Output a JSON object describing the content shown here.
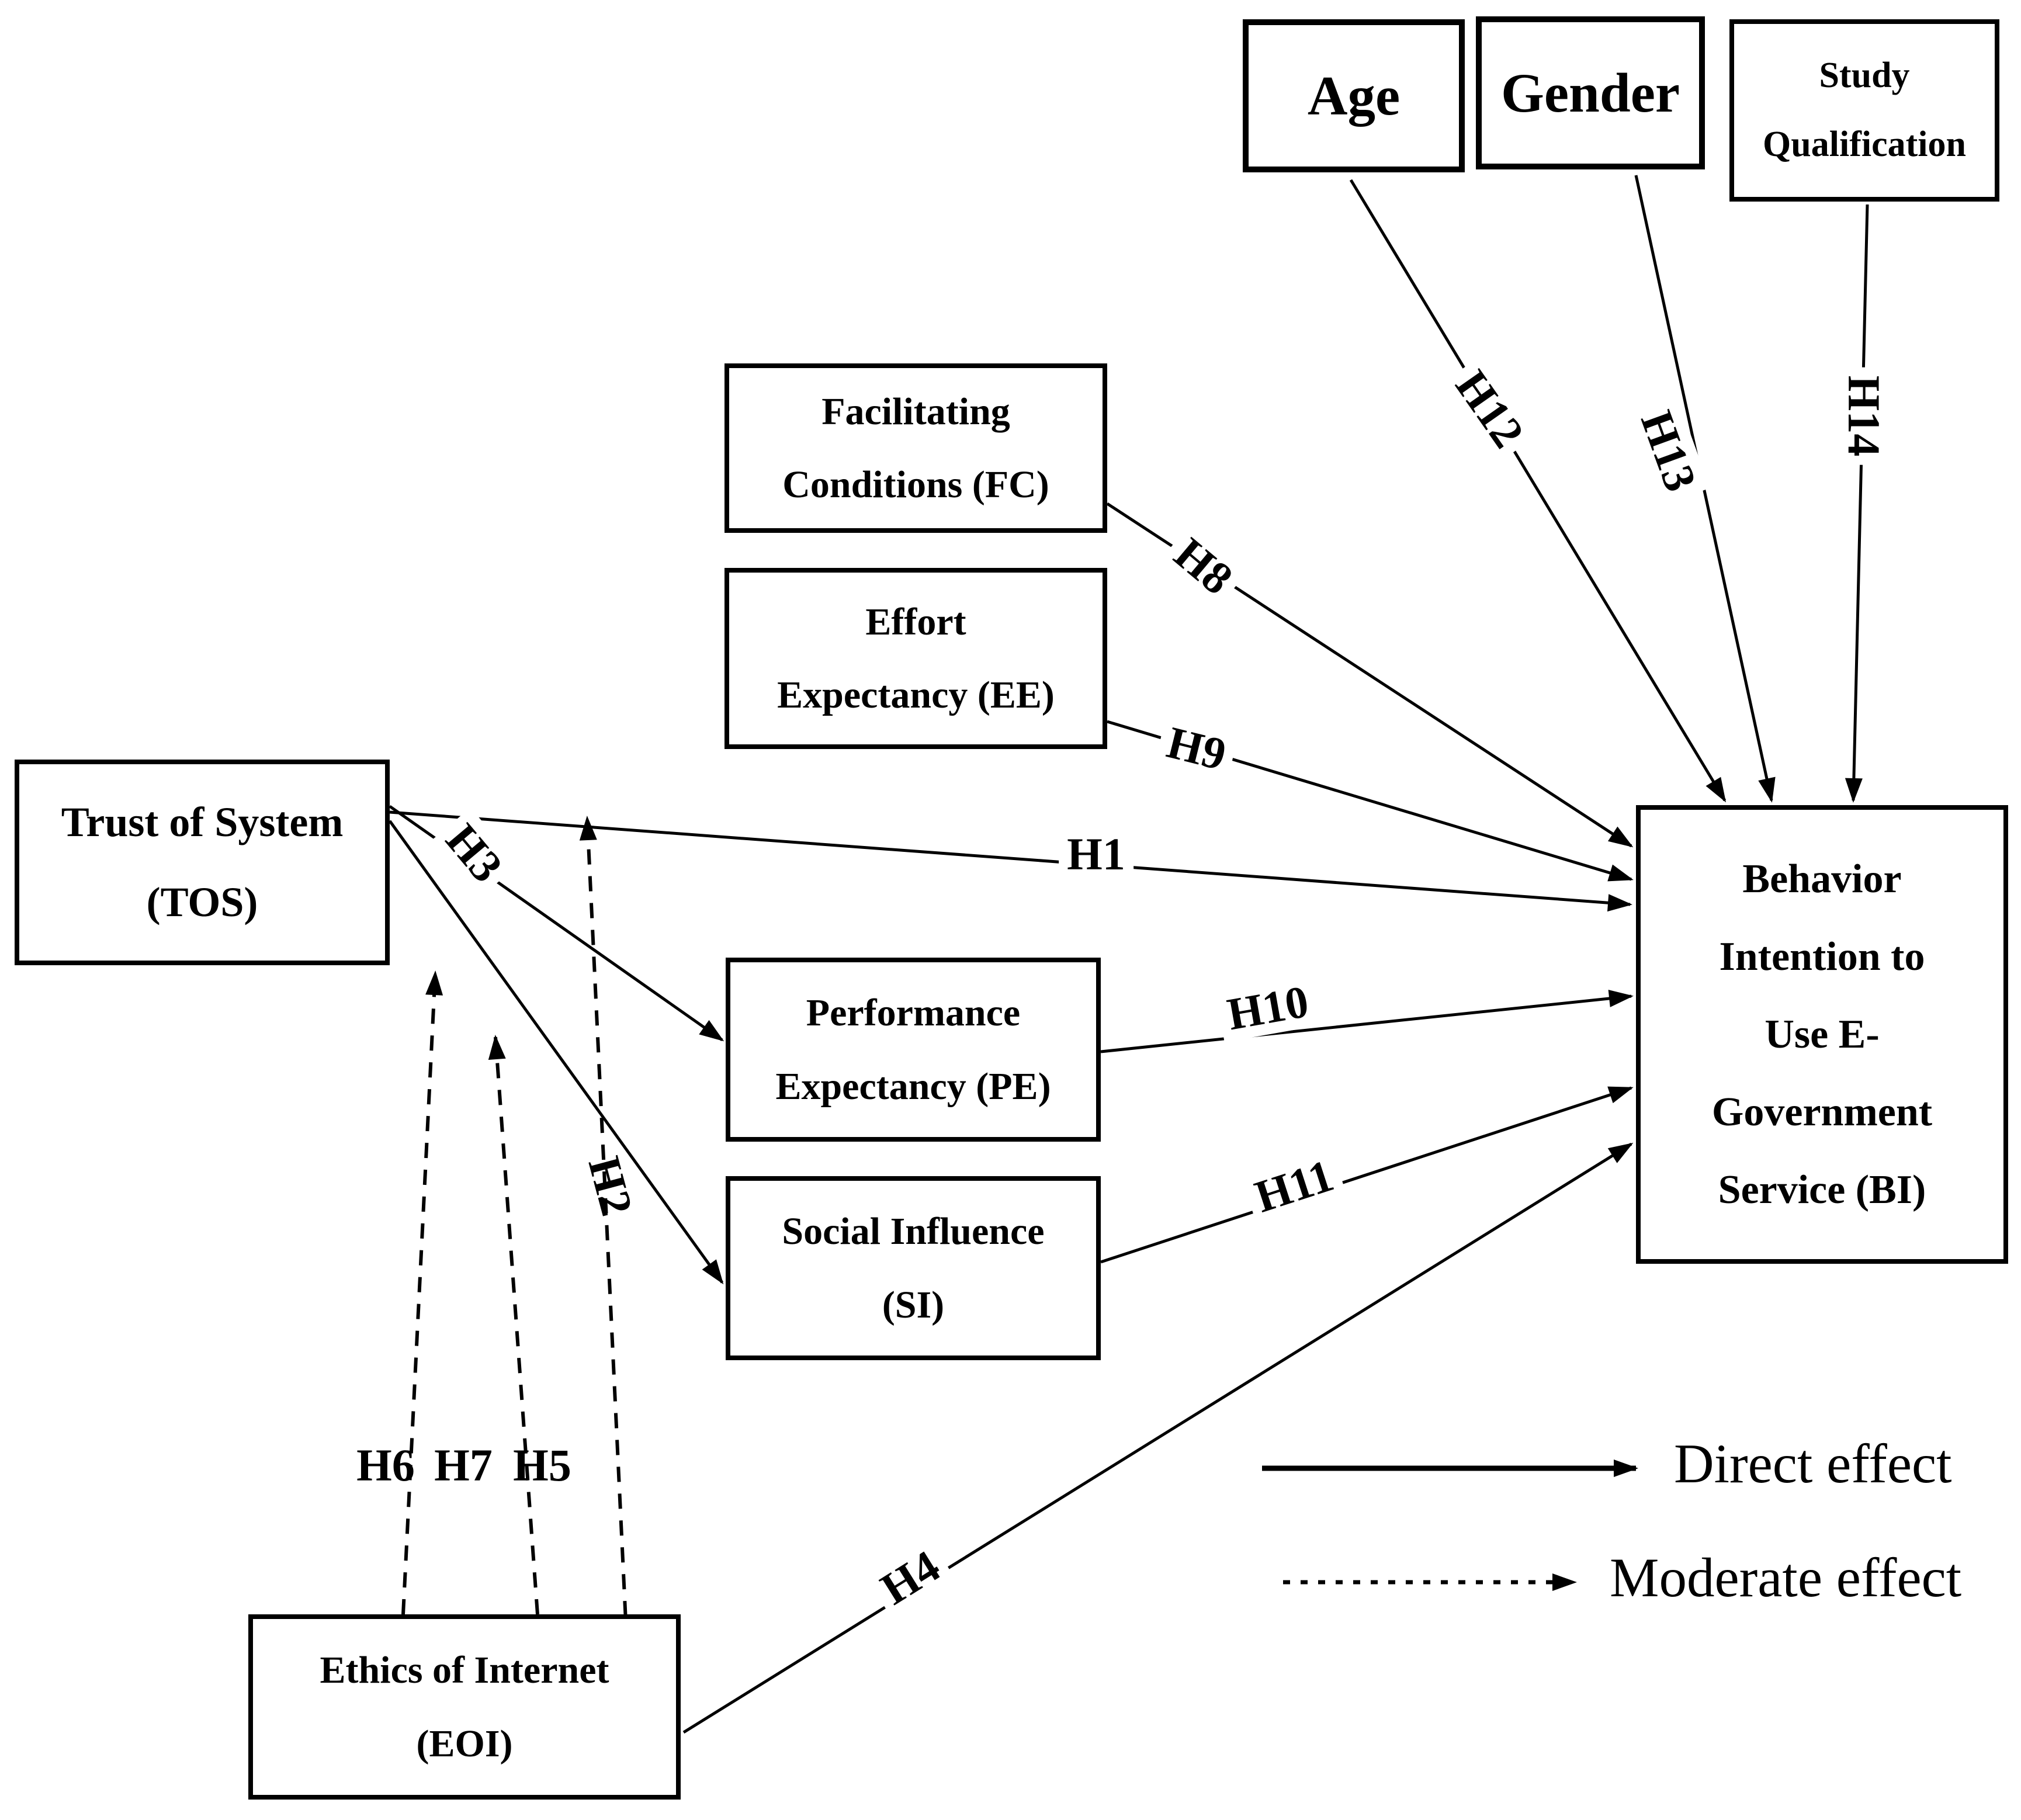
{
  "diagram": {
    "title_hint": "Research model: hypotheses H1-H14 on Behavior Intention to Use E-Government Service",
    "colors": {
      "line": "#000000",
      "box_border": "#000000",
      "background": "#ffffff",
      "text": "#000000"
    },
    "boxes": {
      "age": {
        "label": "Age"
      },
      "gender": {
        "label": "Gender"
      },
      "study": {
        "line1": "Study",
        "line2": "Qualification"
      },
      "tos": {
        "line1": "Trust of System",
        "line2": "(TOS)"
      },
      "fc": {
        "line1": "Facilitating",
        "line2": "Conditions (FC)"
      },
      "ee": {
        "line1": "Effort",
        "line2": "Expectancy (EE)"
      },
      "pe": {
        "line1": "Performance",
        "line2": "Expectancy (PE)"
      },
      "si": {
        "line1": "Social Influence",
        "line2": "(SI)"
      },
      "eoi": {
        "line1": "Ethics of Internet",
        "line2": "(EOI)"
      },
      "bi": {
        "line1": "Behavior",
        "line2": "Intention to",
        "line3": "Use E-",
        "line4": "Government",
        "line5": "Service (BI)"
      }
    },
    "hypotheses": {
      "h1": "H1",
      "h2": "H2",
      "h3": "H3",
      "h4": "H4",
      "h5": "H5",
      "h6": "H6",
      "h7": "H7",
      "h8": "H8",
      "h9": "H9",
      "h10": "H10",
      "h11": "H11",
      "h12": "H12",
      "h13": "H13",
      "h14": "H14"
    },
    "legend": {
      "direct": "Direct effect",
      "moderate": "Moderate effect"
    }
  }
}
